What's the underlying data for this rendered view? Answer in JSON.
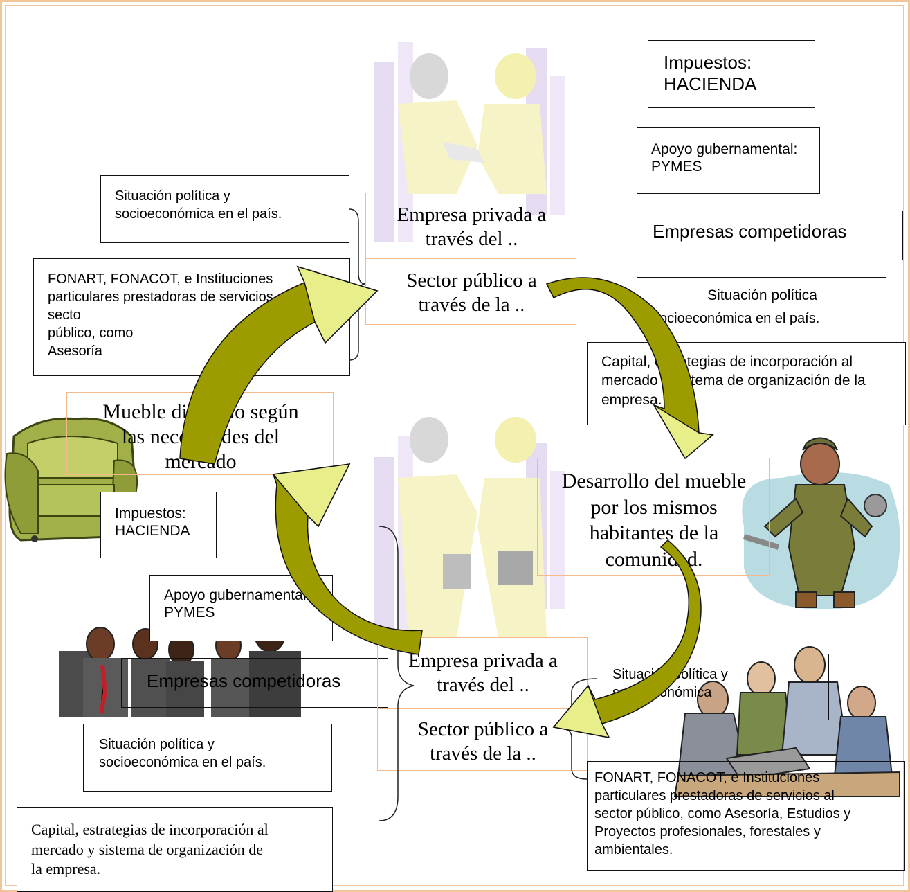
{
  "colors": {
    "frame": "#f2c49a",
    "arrow_fill": "#9c9c00",
    "arrow_light": "#e8ef8a",
    "box_border_orange": "#f6b98a"
  },
  "top": {
    "impuestos": "Impuestos:\nHACIENDA",
    "apoyo": "Apoyo gubernamental:\nPYMES",
    "competidoras": "Empresas competidoras",
    "situacion_right": "Situación política",
    "situacion_right_2": "socioeconómica en el país.",
    "capital_right": "Capital, estrategias de incorporación al\nmercado y sistema de organización de la\nempresa.",
    "situacion_left": "Situación política y\nsocioeconómica en el país.",
    "fonart_left": "FONART, FONACOT, e Instituciones\nparticulares prestadoras de servicios al\nsecto\n público, como\nAsesoría",
    "empresa_privada": "Empresa privada a\ntravés del ..",
    "sector_publico": "Sector público a\ntravés de la .."
  },
  "middle": {
    "mueble": "Mueble diseñado según\nlas necesidades del\nmercado",
    "desarrollo": "Desarrollo del  mueble\npor los mismos\nhabitantes de la\ncomunidad."
  },
  "bottom": {
    "impuestos": "Impuestos:\nHACIENDA",
    "apoyo": "Apoyo gubernamental:\nPYMES",
    "competidoras": "Empresas competidoras",
    "situacion_left": "Situación política y\nsocioeconómica en el país.",
    "capital_left": "Capital, estrategias de incorporación al\nmercado y sistema de organización de\nla empresa.",
    "empresa_privada": "Empresa privada a\ntravés del ..",
    "sector_publico": "Sector público a\ntravés de la ..",
    "situacion_right": "Situación política y\nsocioeconómica",
    "fonart_right": "FONART, FONACOT, e Instituciones\nparticulares prestadoras de servicios al\nsector público, como Asesoría, Estudios y\nProyectos profesionales, forestales y\nambientales."
  },
  "icons": [
    "handshake-clipart",
    "sofa-clipart",
    "worker-clipart",
    "businessmen-clipart",
    "team-meeting-clipart",
    "curved-arrow-icon"
  ]
}
